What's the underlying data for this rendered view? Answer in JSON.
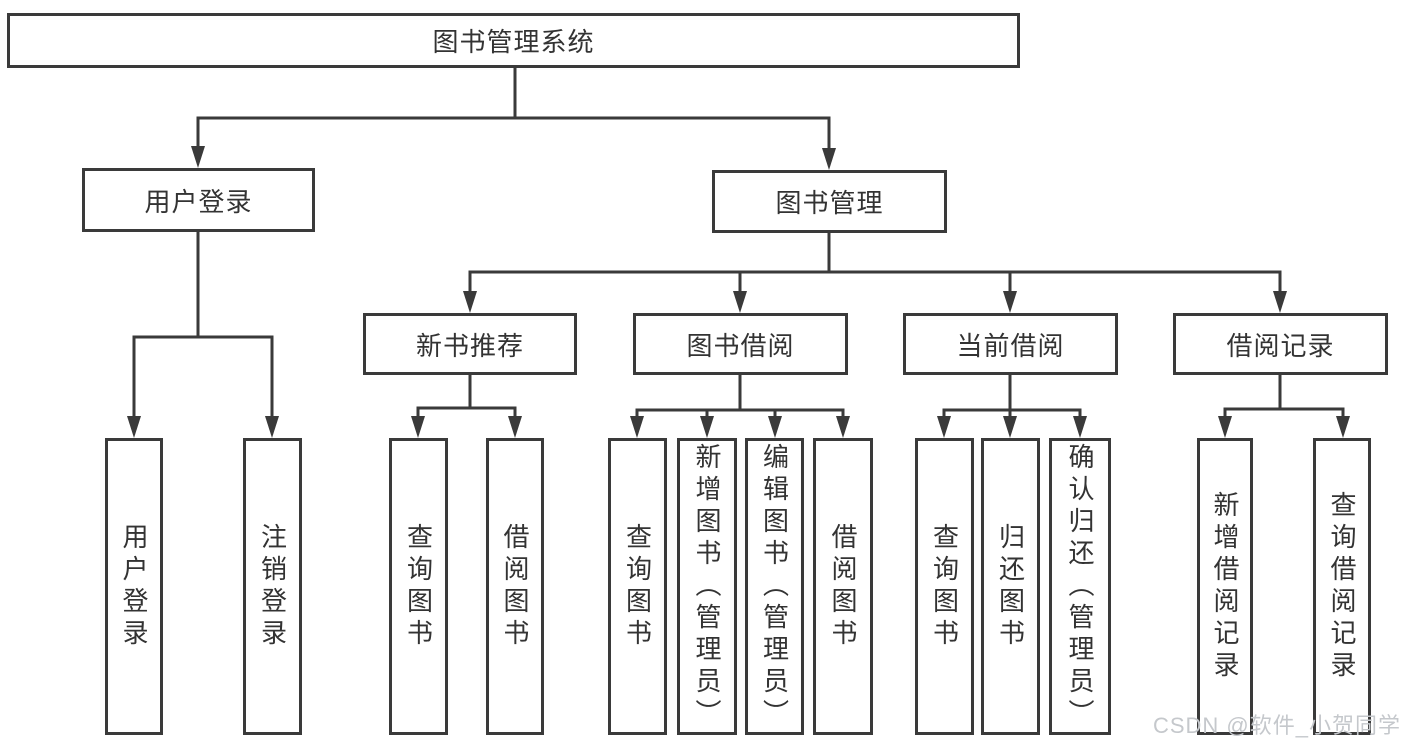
{
  "root": {
    "label": "图书管理系统"
  },
  "branches": {
    "user_login": {
      "label": "用户登录",
      "children": [
        "用户登录",
        "注销登录"
      ]
    },
    "book_mgmt": {
      "label": "图书管理",
      "sections": {
        "new_book": {
          "label": "新书推荐",
          "children": [
            "查询图书",
            "借阅图书"
          ]
        },
        "book_borrow": {
          "label": "图书借阅",
          "children": [
            "查询图书",
            "新增图书（管理员）",
            "编辑图书（管理员）",
            "借阅图书"
          ]
        },
        "current_borrow": {
          "label": "当前借阅",
          "children": [
            "查询图书",
            "归还图书",
            "确认归还（管理员）"
          ]
        },
        "borrow_records": {
          "label": "借阅记录",
          "children": [
            "新增借阅记录",
            "查询借阅记录"
          ]
        }
      }
    }
  },
  "watermark": {
    "text": "CSDN @软件_小贺同学"
  },
  "colors": {
    "line": "#3a3a3a",
    "text": "#333333",
    "background": "#ffffff",
    "watermark": "#c5c8cc"
  }
}
